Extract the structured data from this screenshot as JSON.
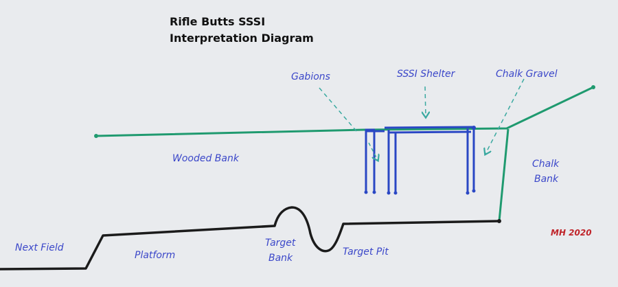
{
  "title": {
    "line1": "Rifle Butts SSSI",
    "line2": "Interpretation Diagram"
  },
  "labels": {
    "gabions": "Gabions",
    "sssi_shelter": "SSSI Shelter",
    "chalk_gravel": "Chalk Gravel",
    "wooded_bank": "Wooded Bank",
    "chalk": "Chalk",
    "bank": "Bank",
    "next_field": "Next Field",
    "platform": "Platform",
    "target": "Target",
    "target_bank_bank": "Bank",
    "target_pit": "Target Pit"
  },
  "signature": "MH 2020",
  "colors": {
    "background": "#e9ebee",
    "ground_line": "#1b1b1b",
    "bank_line": "#1f9a6f",
    "structure": "#2a47c4",
    "arrow": "#3aa9a0",
    "label": "#3b47c9",
    "signature": "#c0252b"
  }
}
